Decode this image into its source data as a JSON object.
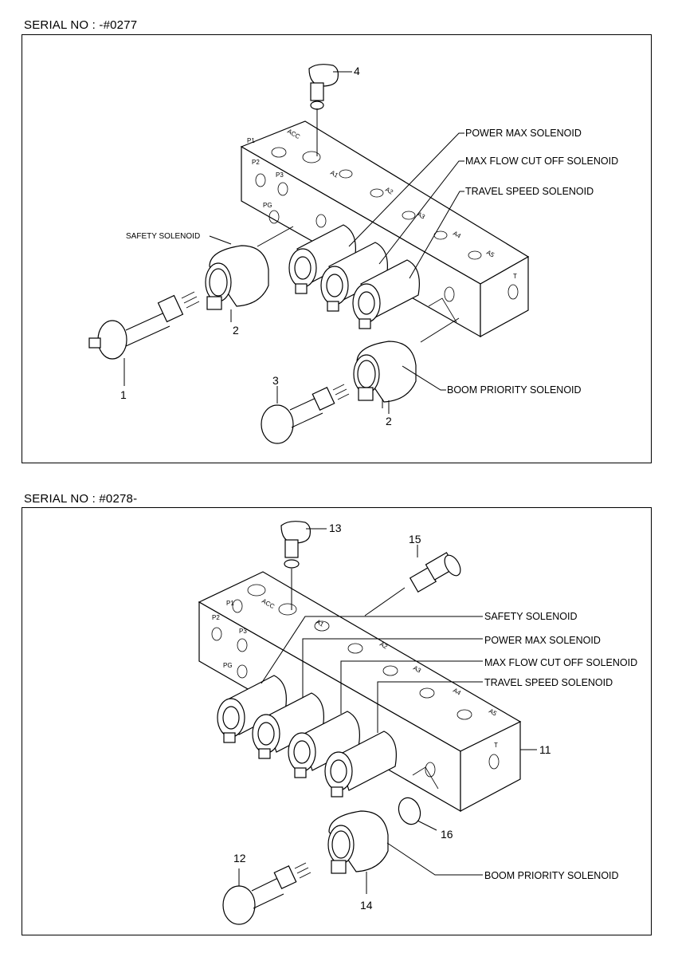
{
  "sections": [
    {
      "serial": "SERIAL NO : -#0277",
      "labels": {
        "power_max": "POWER MAX SOLENOID",
        "max_flow": "MAX FLOW CUT OFF SOLENOID",
        "travel_speed": "TRAVEL SPEED SOLENOID",
        "safety": "SAFETY SOLENOID",
        "boom_priority": "BOOM PRIORITY SOLENOID"
      },
      "ports": [
        "P1",
        "ACC",
        "P2",
        "P3",
        "A1",
        "A2",
        "PG",
        "A3",
        "A4",
        "A5",
        "T"
      ],
      "part_numbers": [
        "4",
        "2",
        "1",
        "3",
        "2"
      ]
    },
    {
      "serial": "SERIAL NO : #0278-",
      "labels": {
        "safety": "SAFETY SOLENOID",
        "power_max": "POWER MAX SOLENOID",
        "max_flow": "MAX FLOW CUT OFF SOLENOID",
        "travel_speed": "TRAVEL SPEED SOLENOID",
        "boom_priority": "BOOM PRIORITY SOLENOID"
      },
      "ports": [
        "P1",
        "ACC",
        "P2",
        "P3",
        "A1",
        "A2",
        "PG",
        "A3",
        "A4",
        "A5",
        "T"
      ],
      "part_numbers": [
        "13",
        "15",
        "11",
        "16",
        "12",
        "14"
      ]
    }
  ]
}
